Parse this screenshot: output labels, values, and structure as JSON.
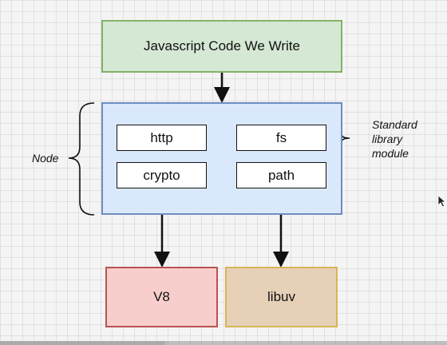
{
  "diagram": {
    "js_code_label": "Javascript Code We Write",
    "modules": {
      "http": "http",
      "fs": "fs",
      "crypto": "crypto",
      "path": "path"
    },
    "node_label": "Node",
    "standard_library_label": [
      "Standard",
      "library",
      "module"
    ],
    "v8_label": "V8",
    "libuv_label": "libuv"
  },
  "colors": {
    "js_fill": "#d5e8d4",
    "js_border": "#82b366",
    "node_fill": "#dae8fc",
    "node_border": "#6c8ebf",
    "v8_fill": "#f8cecc",
    "v8_border": "#b85450",
    "libuv_fill": "#e6d0b8",
    "libuv_border": "#d6b656"
  },
  "video": {
    "progress_fraction": 0.37
  }
}
